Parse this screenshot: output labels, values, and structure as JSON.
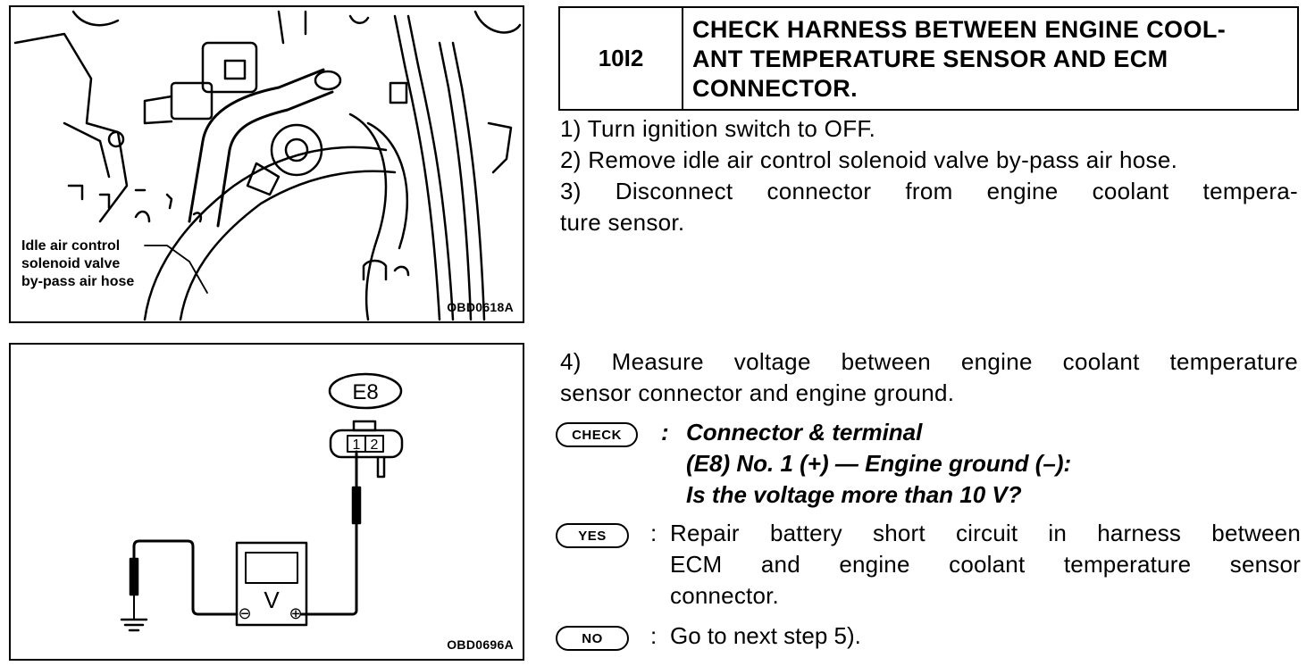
{
  "figure1": {
    "code": "OBD0618A",
    "callout": [
      "Idle air control",
      "solenoid valve",
      "by-pass air hose"
    ]
  },
  "figure2": {
    "code": "OBD0696A",
    "connector_id": "E8",
    "pin1": "1",
    "pin2": "2",
    "meter_label": "V",
    "minus_terminal": "⊖",
    "plus_terminal": "⊕"
  },
  "step": {
    "number": "10I2",
    "title": [
      "CHECK HARNESS BETWEEN ENGINE COOL-",
      "ANT TEMPERATURE SENSOR AND ECM",
      "CONNECTOR."
    ]
  },
  "steps_top": [
    "1)  Turn ignition switch to OFF.",
    "2)  Remove idle air control solenoid valve by-pass air hose.",
    "3)  Disconnect connector from engine coolant tempera-",
    "ture sensor."
  ],
  "steps_bottom": [
    "4)  Measure voltage between engine coolant temperature",
    "sensor connector and engine ground."
  ],
  "check": {
    "badge": "CHECK",
    "colon": ":",
    "lines": [
      "Connector & terminal",
      "(E8) No. 1 (+) — Engine ground (–):",
      "Is the voltage more than 10 V?"
    ]
  },
  "yes": {
    "badge": "YES",
    "colon": ":",
    "lines": [
      "Repair battery short circuit in harness between",
      "ECM and engine coolant temperature sensor",
      "connector."
    ]
  },
  "no": {
    "badge": "NO",
    "colon": ":",
    "lines": [
      "Go to next step 5)."
    ]
  }
}
